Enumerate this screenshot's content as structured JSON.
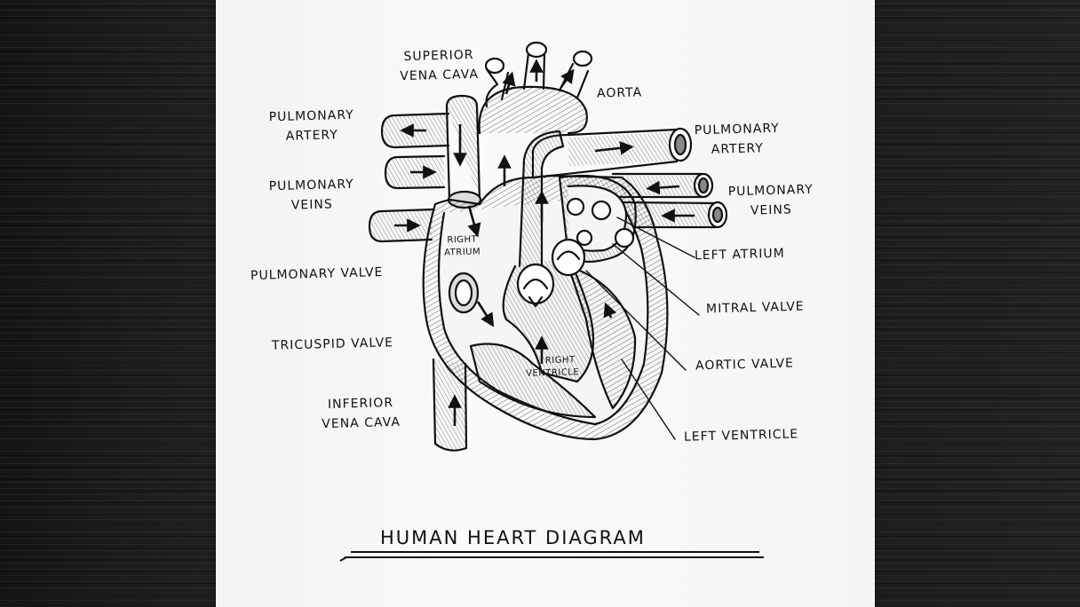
{
  "title": "HUMAN HEART DIAGRAM",
  "labels": {
    "superior_vena_cava": [
      "SUPERIOR",
      "VENA CAVA"
    ],
    "aorta": "AORTA",
    "pulmonary_artery_left": [
      "PULMONARY",
      "ARTERY"
    ],
    "pulmonary_artery_right": [
      "PULMONARY",
      "ARTERY"
    ],
    "pulmonary_veins_left": [
      "PULMONARY",
      "VEINS"
    ],
    "pulmonary_veins_right": [
      "PULMONARY",
      "VEINS"
    ],
    "pulmonary_valve": "PULMONARY VALVE",
    "tricuspid_valve": "TRICUSPID VALVE",
    "inferior_vena_cava": [
      "INFERIOR",
      "VENA CAVA"
    ],
    "right_atrium": [
      "RIGHT",
      "ATRIUM"
    ],
    "right_ventricle": [
      "RIGHT",
      "VENTRICLE"
    ],
    "left_atrium": "LEFT ATRIUM",
    "mitral_valve": "MITRAL VALVE",
    "aortic_valve": "AORTIC VALVE",
    "left_ventricle": "LEFT VENTRICLE"
  },
  "colors": {
    "ink": "#111111",
    "paper": "#f6f6f6",
    "table": "#1d1d1d"
  }
}
